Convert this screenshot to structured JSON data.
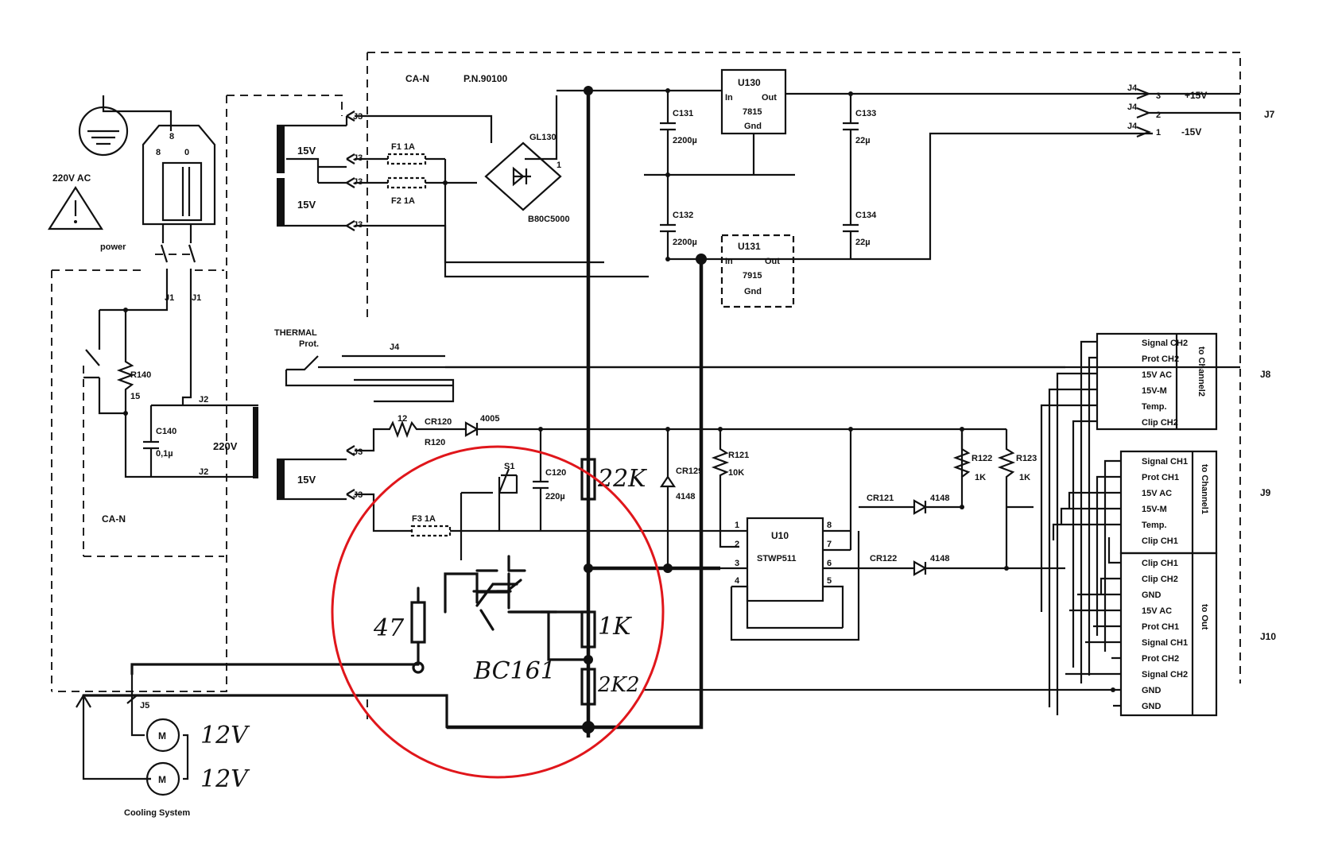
{
  "board": {
    "name": "CA-N",
    "part_number": "P.N.90100",
    "section_label": "CA-N"
  },
  "mains": {
    "voltage_label": "220V AC",
    "power_label": "power",
    "connector_pins": [
      "8",
      "8",
      "0"
    ]
  },
  "transformer": {
    "primary_label": "220V",
    "secondary_labels": [
      "15V",
      "15V",
      "15V"
    ]
  },
  "connectors": {
    "j1": "J1",
    "j2": "J2",
    "j3": "J3",
    "j4": "J4",
    "j5": "J5",
    "j7": "J7",
    "j8": "J8",
    "j9": "J9",
    "j10": "J10"
  },
  "thermal": {
    "label": "THERMAL",
    "sub": "Prot."
  },
  "components": {
    "r140": "R140",
    "r140_val": "15",
    "c140": "C140",
    "c140_val": "0,1µ",
    "f1": "F1 1A",
    "f2": "F2 1A",
    "f3": "F3 1A",
    "gl130": "GL130",
    "gl130_type": "B80C5000",
    "gl130_pin": "1",
    "c131": "C131",
    "c131_val": "2200µ",
    "c132": "C132",
    "c132_val": "2200µ",
    "c133": "C133",
    "c133_val": "22µ",
    "c134": "C134",
    "c134_val": "22µ",
    "u130": "U130",
    "u130_type": "7815",
    "u131": "U131",
    "u131_type": "7915",
    "pin_in": "In",
    "pin_out": "Out",
    "pin_gnd": "Gnd",
    "r120": "R120",
    "r120_val": "12",
    "cr120": "CR120",
    "cr120_val": "4005",
    "s1": "S1",
    "c120": "C120",
    "c120_val": "220µ",
    "cr129": "CR129",
    "cr129_val": "4148",
    "r121": "R121",
    "r121_val": "10K",
    "u10": "U10",
    "u10_type": "STWP511",
    "cr121": "CR121",
    "cr121_val": "4148",
    "cr122": "CR122",
    "cr122_val": "4148",
    "r122": "R122",
    "r122_val": "1K",
    "r123": "R123",
    "r123_val": "1K"
  },
  "u10_pins": [
    "1",
    "2",
    "3",
    "4",
    "8",
    "7",
    "6",
    "5"
  ],
  "j7_pins": [
    {
      "pin": "3",
      "label": "+15V"
    },
    {
      "pin": "2",
      "label": ""
    },
    {
      "pin": "1",
      "label": "-15V"
    }
  ],
  "j8": {
    "title": "to Channel2",
    "pins": [
      "Signal CH2",
      "Prot CH2",
      "15V AC",
      "15V-M",
      "Temp.",
      "Clip CH2"
    ]
  },
  "j9": {
    "title": "to Channel1",
    "pins": [
      "Signal CH1",
      "Prot CH1",
      "15V AC",
      "15V-M",
      "Temp.",
      "Clip CH1"
    ]
  },
  "j10": {
    "title": "to Out",
    "pins": [
      "Clip CH1",
      "Clip CH2",
      "GND",
      "15V AC",
      "Prot CH1",
      "Signal CH1",
      "Prot CH2",
      "Signal CH2",
      "GND",
      "GND"
    ]
  },
  "cooling": {
    "label": "Cooling System",
    "fan_symbol": "M",
    "fan_voltages": [
      "12V",
      "12V"
    ]
  },
  "handwritten": {
    "r_base": "47",
    "transistor": "BC161",
    "r_top": "22K",
    "r_mid": "1K",
    "r_bottom": "2K2"
  },
  "highlight_color": "#e0161b"
}
